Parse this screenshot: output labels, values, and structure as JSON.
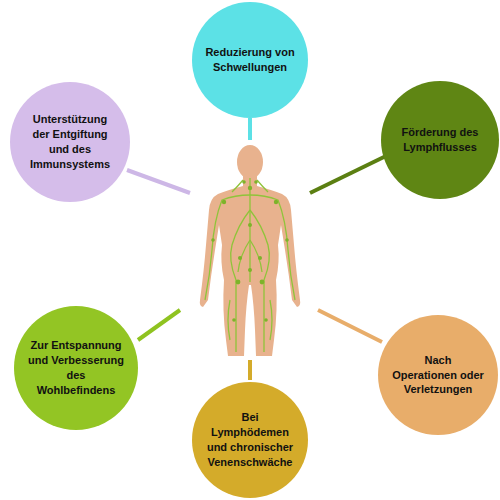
{
  "diagram": {
    "nodes": [
      {
        "text": [
          "Reduzierung von Schwellungen"
        ]
      },
      {
        "text": [
          "Unterstützung der Entgiftung und des Immunsystems"
        ]
      },
      {
        "text": [
          "Förderung des Lymphflusses"
        ]
      },
      {
        "text": [
          "Zur Entspannung und Verbesserung des Wohlbefindens"
        ]
      },
      {
        "text": [
          "Nach Operationen oder Verletzungen"
        ]
      },
      {
        "text": [
          "Bei Lymphödemen und chronischer Venenschwäche"
        ]
      }
    ]
  }
}
